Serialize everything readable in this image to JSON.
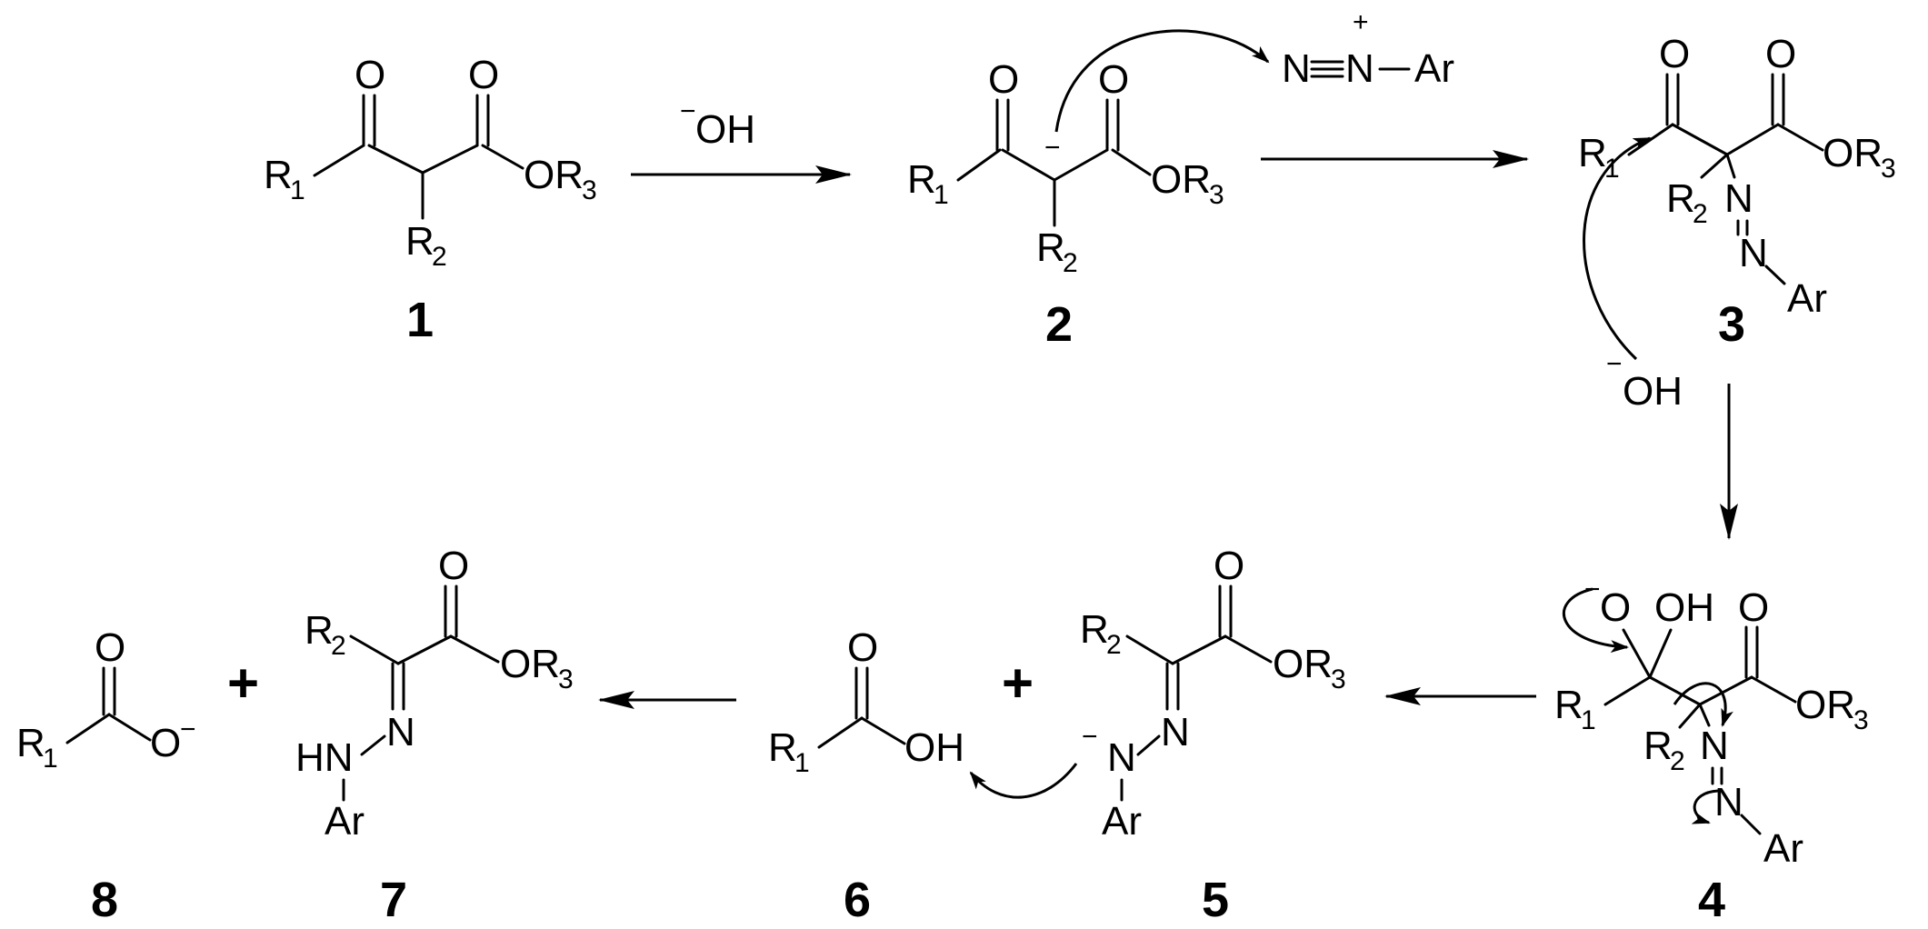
{
  "labels": {
    "o": "O",
    "n": "N",
    "oh": "OH",
    "or": "OR",
    "r": "R",
    "ar": "Ar",
    "hn": "HN",
    "minus": "−",
    "plus_charge": "+",
    "sub1": "1",
    "sub2": "2",
    "sub3": "3",
    "hydroxide_minus": "−",
    "hydroxide_oh": "OH",
    "plus_sign": "+"
  },
  "compounds": [
    "1",
    "2",
    "3",
    "4",
    "5",
    "6",
    "7",
    "8"
  ]
}
